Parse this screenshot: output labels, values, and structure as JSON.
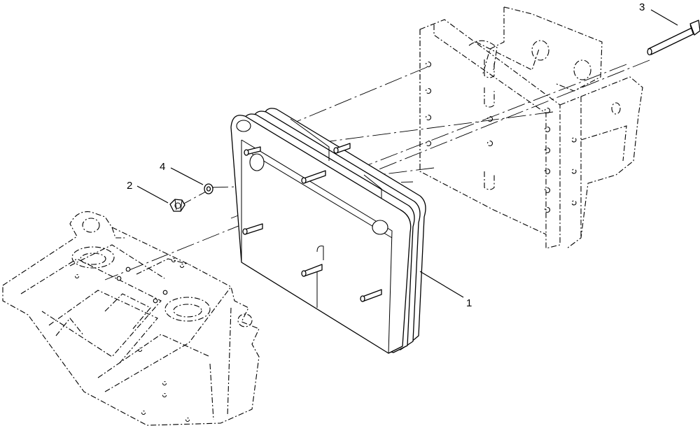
{
  "callouts": [
    {
      "id": "part-1",
      "label": "1"
    },
    {
      "id": "part-2",
      "label": "2"
    },
    {
      "id": "part-3",
      "label": "3"
    },
    {
      "id": "part-4",
      "label": "4"
    }
  ]
}
